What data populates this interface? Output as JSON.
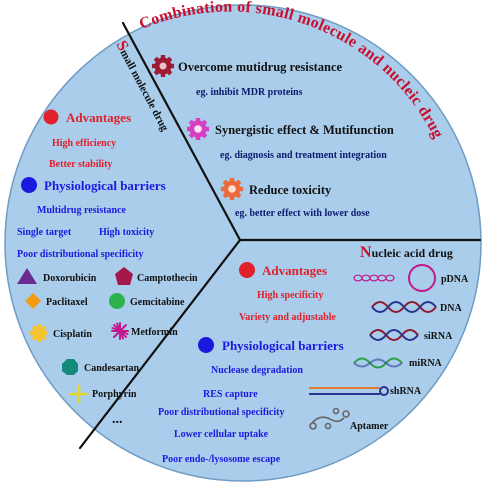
{
  "outer_title": "Combination of small molecule and nucleic drug",
  "colors": {
    "circle_fill": "#a9cdea",
    "dark_red": "#c8102e",
    "red": "#e0202a",
    "blue": "#1a1adf",
    "purple": "#6b2c91",
    "navy": "#0d1a6e",
    "black": "#111111",
    "gear_dark": "#9e1b34",
    "gear_magenta": "#d63fc1",
    "gear_orange": "#ee6a3a"
  },
  "combination": {
    "items": [
      {
        "icon": "gear-dark-red-icon",
        "title": "Overcome mutidrug resistance",
        "example": "eg. inhibit MDR proteins"
      },
      {
        "icon": "gear-magenta-icon",
        "title": "Synergistic effect & Mutifunction",
        "example": "eg. diagnosis and treatment integration"
      },
      {
        "icon": "gear-orange-icon",
        "title": "Reduce toxicity",
        "example": "eg. better effect with lower dose"
      }
    ]
  },
  "small_molecule": {
    "title_initial": "S",
    "title_rest": "mall molecule drug",
    "advantages_title": "Advantages",
    "advantages": [
      "High efficiency",
      "Better stability"
    ],
    "barriers_title": "Physiological barriers",
    "barriers": [
      "Multidrug resistance",
      "Single target",
      "High toxicity",
      "Poor distributional specificity"
    ],
    "drugs": [
      {
        "name": "Doxorubicin",
        "icon": "purple-triangle-icon"
      },
      {
        "name": "Camptothecin",
        "icon": "crimson-pentagon-icon"
      },
      {
        "name": "Paclitaxel",
        "icon": "orange-diamond-icon"
      },
      {
        "name": "Gemcitabine",
        "icon": "green-circle-icon"
      },
      {
        "name": "Cisplatin",
        "icon": "yellow-gear-icon"
      },
      {
        "name": "Metformin",
        "icon": "magenta-star-icon"
      },
      {
        "name": "Candesartan",
        "icon": "teal-octagon-icon"
      },
      {
        "name": "Porphyrin",
        "icon": "yellow-cross-icon"
      }
    ],
    "more": "..."
  },
  "nucleic": {
    "title_initial": "N",
    "title_rest": "ucleic acid drug",
    "advantages_title": "Advantages",
    "advantages": [
      "High specificity",
      "Variety and adjustable"
    ],
    "barriers_title": "Physiological barriers",
    "barriers": [
      "Nuclease degradation",
      "RES capture",
      "Poor distributional specificity",
      "Lower cellular uptake",
      "Poor endo-/lysosome escape"
    ],
    "types": [
      {
        "name": "pDNA",
        "icon": "plasmid-icon"
      },
      {
        "name": "DNA",
        "icon": "dna-helix-icon"
      },
      {
        "name": "siRNA",
        "icon": "sirna-helix-icon"
      },
      {
        "name": "miRNA",
        "icon": "mirna-wave-icon"
      },
      {
        "name": "shRNA",
        "icon": "shrna-hairpin-icon"
      },
      {
        "name": "Aptamer",
        "icon": "aptamer-icon"
      }
    ]
  }
}
